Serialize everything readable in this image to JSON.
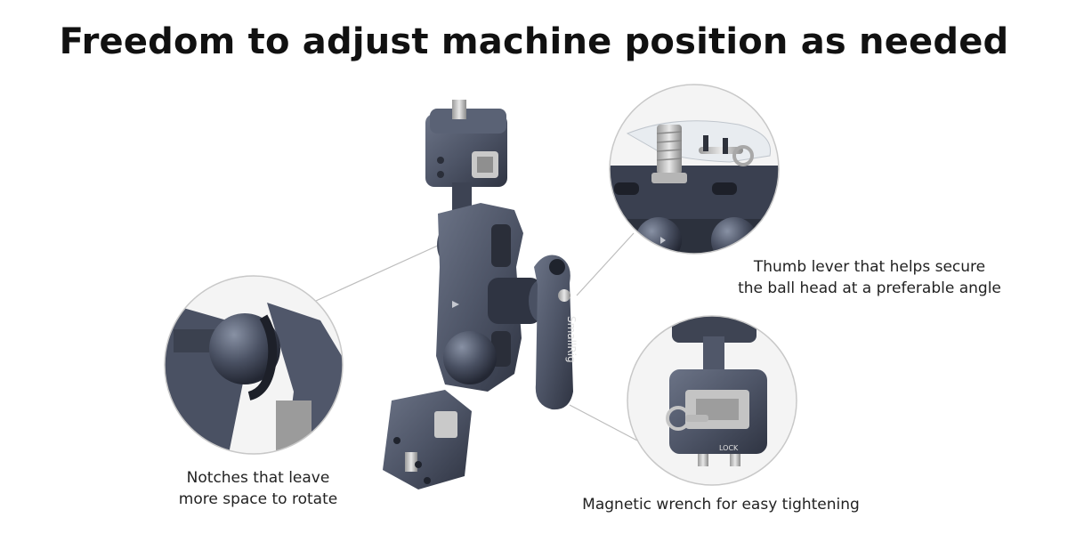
{
  "title": "Freedom to adjust machine position as needed",
  "brand_text": "SmallRig",
  "lock_text": "LOCK",
  "callouts": {
    "thumb_lever": [
      "Thumb lever that helps secure",
      "the ball head at a preferable angle"
    ],
    "notches": [
      "Notches that leave",
      "more space to rotate"
    ],
    "wrench": "Magnetic wrench for easy tightening"
  },
  "colors": {
    "metal_dark": "#3a4050",
    "metal_mid": "#4e5567",
    "metal_light": "#6b7386",
    "circle_border": "#c8c8c8",
    "leader_line": "#bdbdbd",
    "text": "#222222"
  }
}
